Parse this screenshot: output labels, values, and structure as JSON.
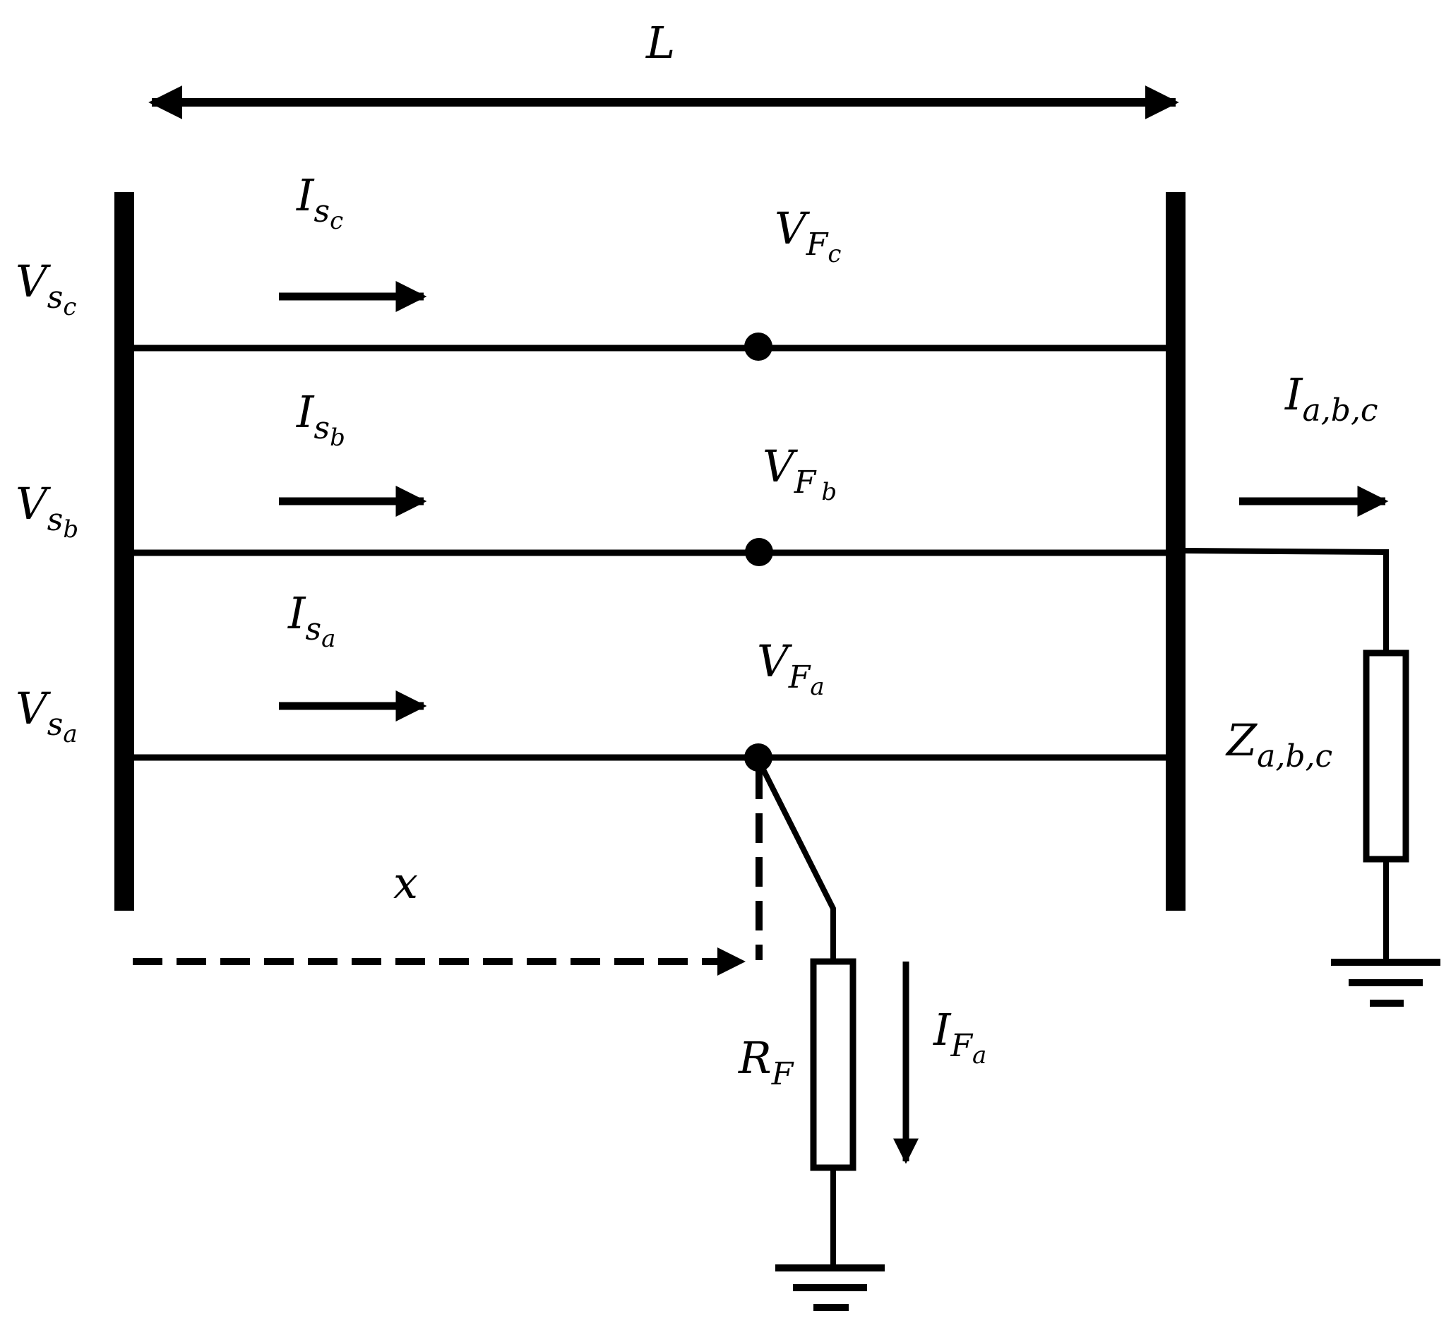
{
  "labels": {
    "length": {
      "main": "L",
      "sub": ""
    },
    "v_source_c": {
      "main": "V",
      "sub": "s",
      "subsub": "c"
    },
    "v_source_b": {
      "main": "V",
      "sub": "s",
      "subsub": "b"
    },
    "v_source_a": {
      "main": "V",
      "sub": "s",
      "subsub": "a"
    },
    "i_source_c": {
      "main": "I",
      "sub": "s",
      "subsub": "c"
    },
    "i_source_b": {
      "main": "I",
      "sub": "s",
      "subsub": "b"
    },
    "i_source_a": {
      "main": "I",
      "sub": "s",
      "subsub": "a"
    },
    "v_fault_c": {
      "main": "V",
      "sub": "F",
      "subsub": "c"
    },
    "v_fault_b": {
      "main": "V",
      "sub": "F",
      "subsub": "b"
    },
    "v_fault_a": {
      "main": "V",
      "sub": "F",
      "subsub": "a"
    },
    "i_load": {
      "main": "I",
      "sub": "a,b,c"
    },
    "z_load": {
      "main": "Z",
      "sub": "a,b,c"
    },
    "distance": {
      "main": "x"
    },
    "r_fault": {
      "main": "R",
      "sub": "F"
    },
    "i_fault": {
      "main": "I",
      "sub": "F",
      "subsub": "a"
    }
  }
}
